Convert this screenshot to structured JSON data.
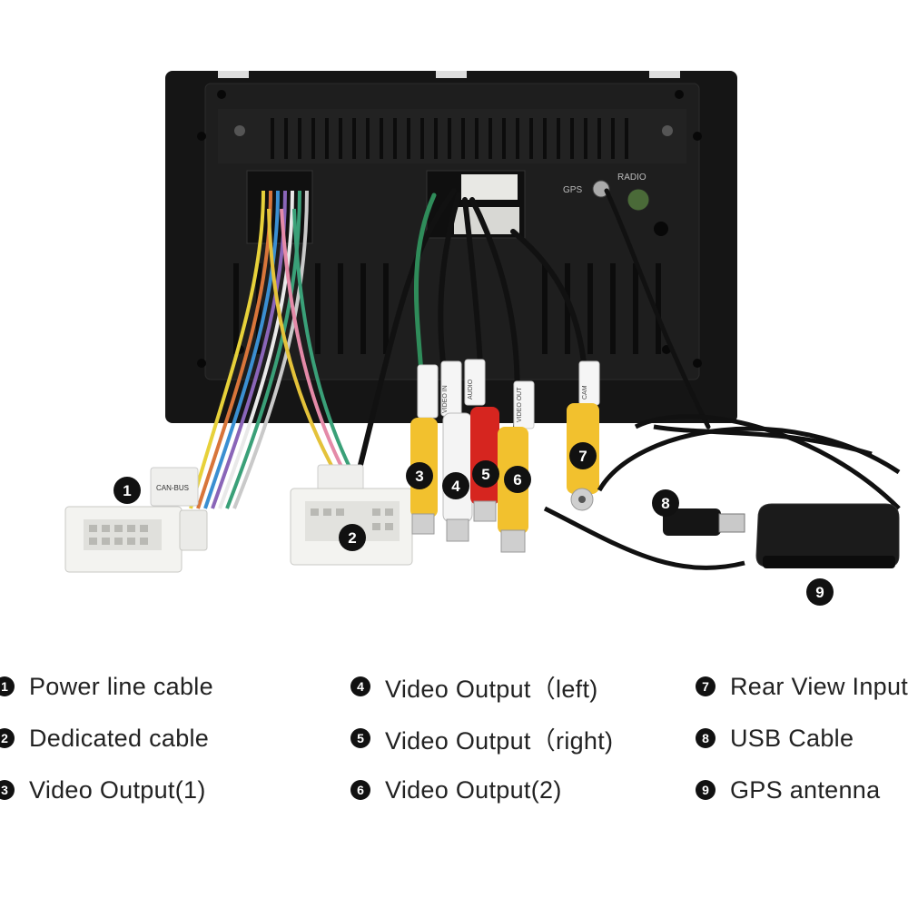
{
  "callouts": [
    "1",
    "2",
    "3",
    "4",
    "5",
    "6",
    "7",
    "8",
    "9"
  ],
  "connector_labels": {
    "power_tag": "CAN-BUS",
    "video_in": "VIDEO IN",
    "video_out": "VIDEO OUT",
    "audio": "AUDIO",
    "cam": "CAM",
    "gps": "GPS",
    "radio": "RADIO"
  },
  "legend": {
    "col1": [
      {
        "num": "1",
        "label": "Power line cable"
      },
      {
        "num": "2",
        "label": "Dedicated cable"
      },
      {
        "num": "3",
        "label": "Video Output(1)"
      }
    ],
    "col2": [
      {
        "num": "4",
        "label": "Video Output（left)"
      },
      {
        "num": "5",
        "label": "Video Output（right)"
      },
      {
        "num": "6",
        "label": "Video Output(2)"
      }
    ],
    "col3": [
      {
        "num": "7",
        "label": "Rear View Input"
      },
      {
        "num": "8",
        "label": "USB Cable"
      },
      {
        "num": "9",
        "label": "GPS antenna"
      }
    ]
  },
  "colors": {
    "unit": "#141414",
    "rca_yellow": "#f2c12e",
    "rca_red": "#d6251f",
    "rca_white": "#f4f4f4",
    "connector": "#f3f3f0",
    "callout": "#111111"
  }
}
